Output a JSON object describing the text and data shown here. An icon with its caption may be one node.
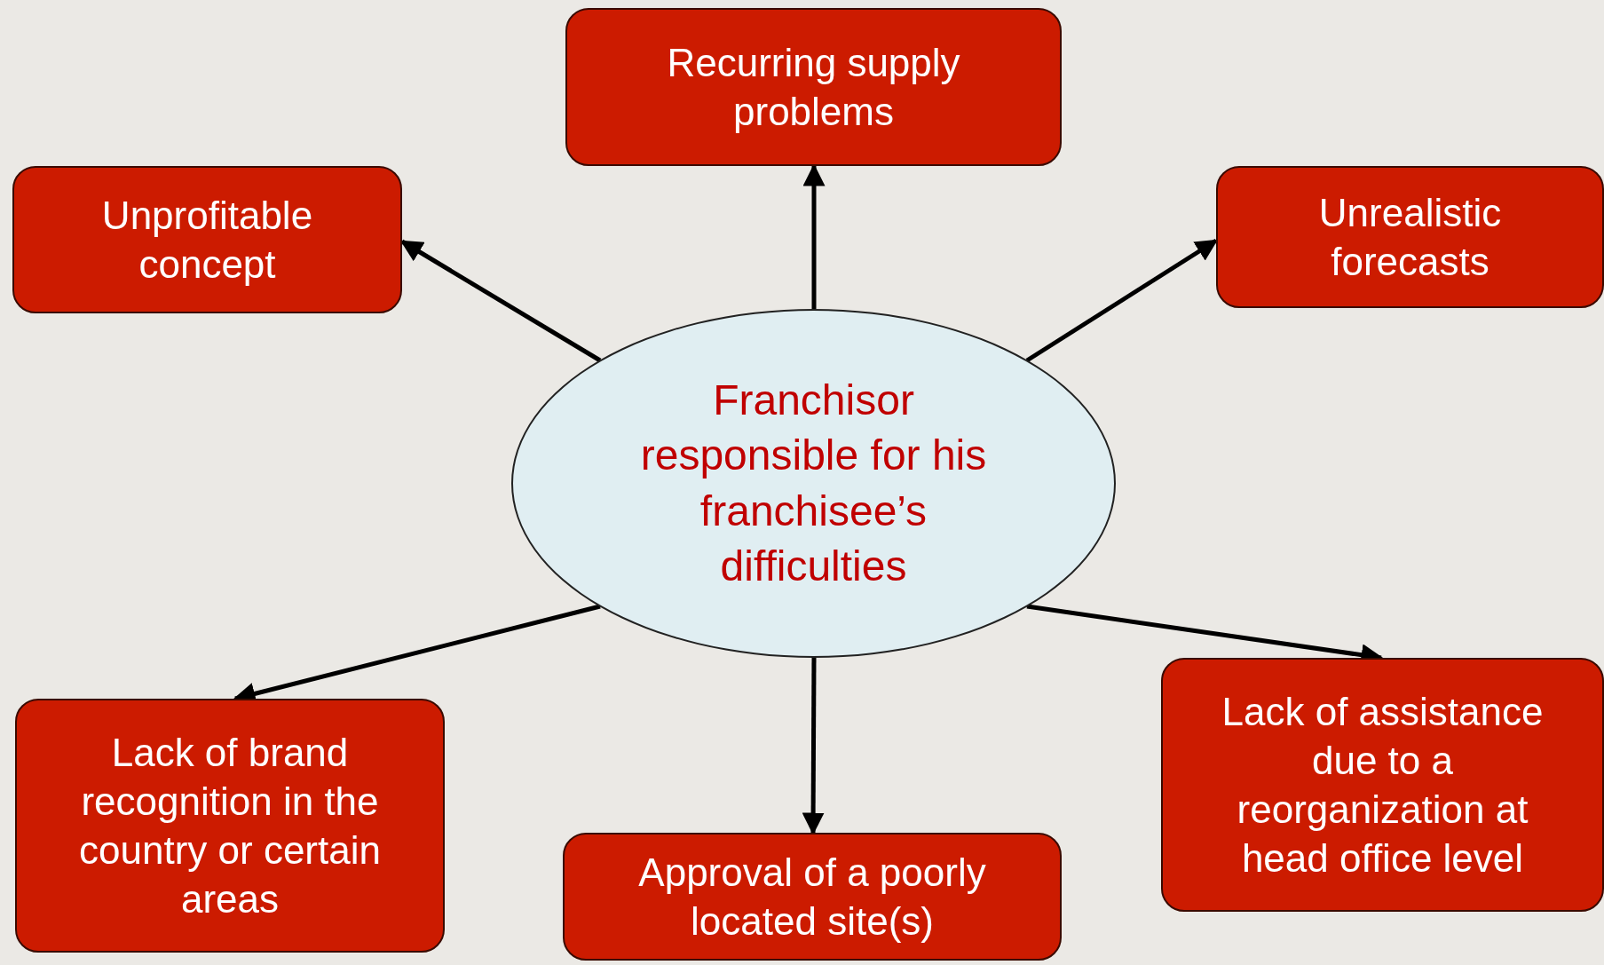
{
  "diagram": {
    "nodes": [
      {
        "text": [
          "Recurring supply problems"
        ]
      },
      {
        "text": [
          "Unprofitable concept"
        ]
      },
      {
        "text": [
          "Unrealistic forecasts"
        ]
      },
      {
        "text": [
          "Franchisor responsible for his franchisee’s difficulties"
        ]
      },
      {
        "text": [
          "Lack of brand recognition in the country or certain areas"
        ]
      },
      {
        "text": [
          "Approval of a poorly located site(s)"
        ]
      },
      {
        "text": [
          "Lack of assistance due to a reorganization at head office level"
        ]
      }
    ],
    "edges": [
      {
        "from": 3,
        "to": 0,
        "arrow": "to"
      },
      {
        "from": 3,
        "to": 1,
        "arrow": "to"
      },
      {
        "from": 3,
        "to": 2,
        "arrow": "to"
      },
      {
        "from": 3,
        "to": 4,
        "arrow": "to"
      },
      {
        "from": 3,
        "to": 5,
        "arrow": "to"
      },
      {
        "from": 3,
        "to": 6,
        "arrow": "to"
      }
    ]
  }
}
